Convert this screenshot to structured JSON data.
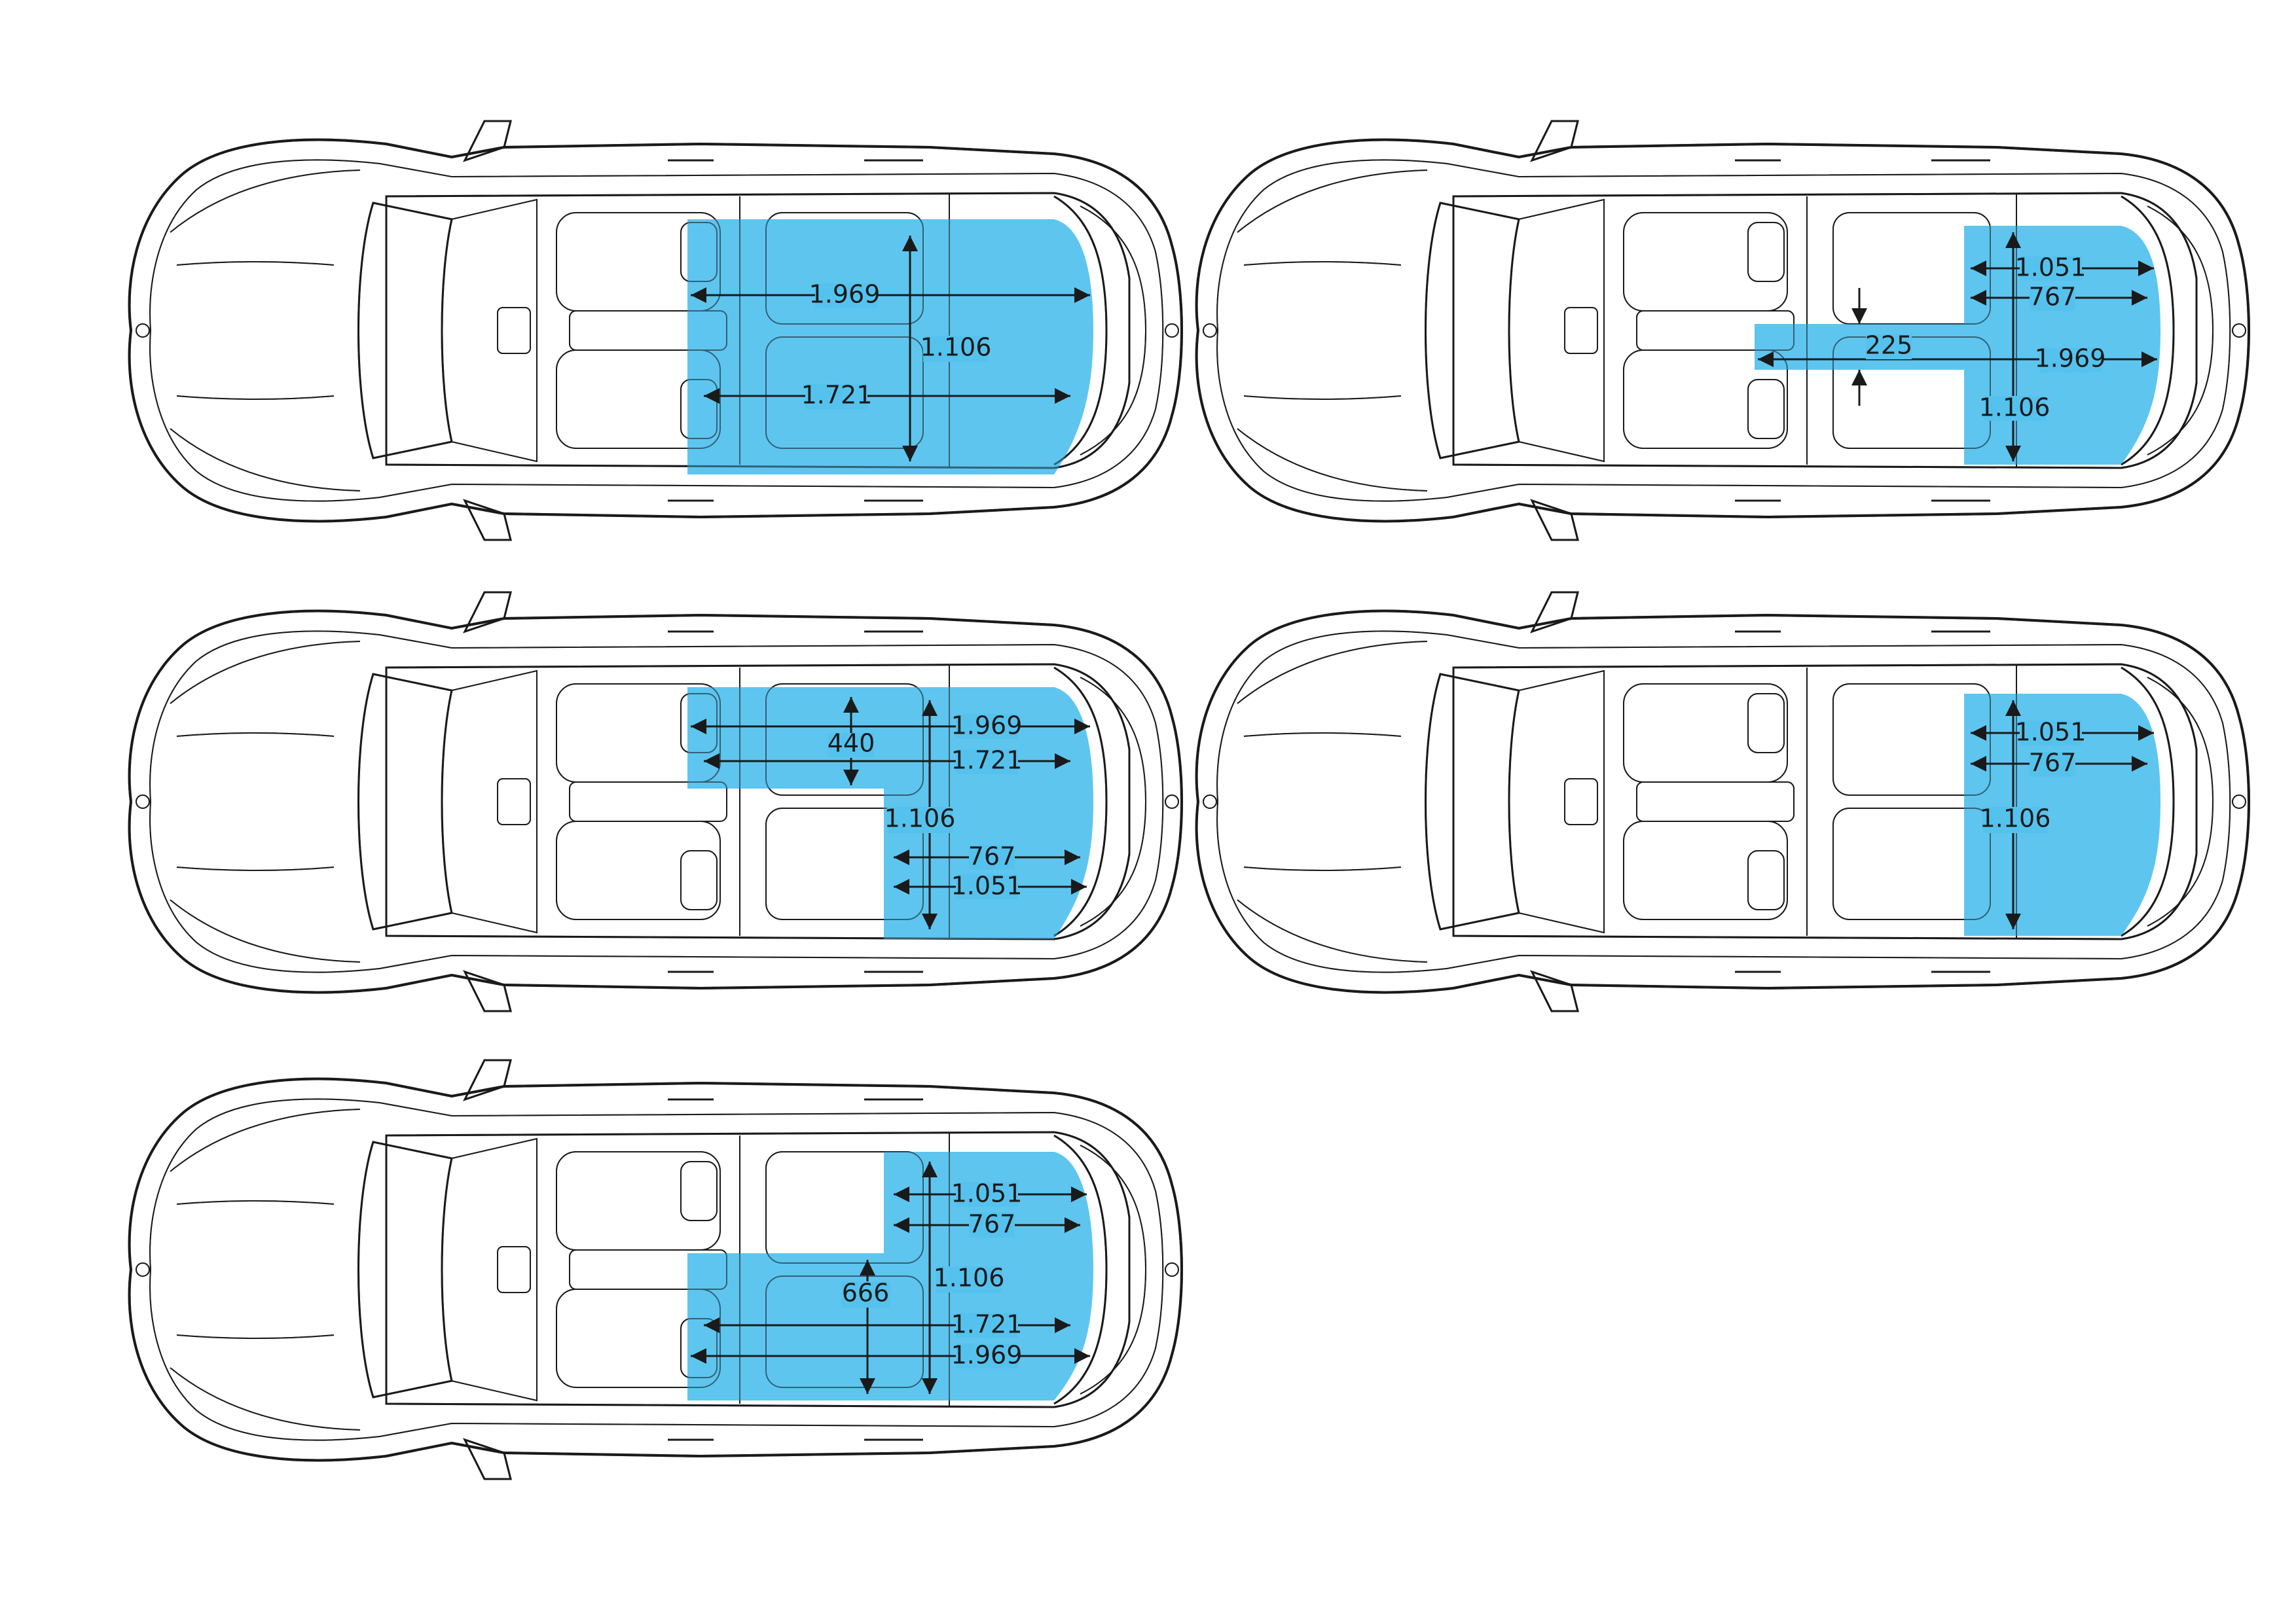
{
  "diagrams": [
    {
      "id": "top-left",
      "labels": [
        {
          "key": "length_full",
          "text": "1.969"
        },
        {
          "key": "width",
          "text": "1.106"
        },
        {
          "key": "length_floor",
          "text": "1.721"
        }
      ]
    },
    {
      "id": "top-right",
      "labels": [
        {
          "key": "length_1051",
          "text": "1.051"
        },
        {
          "key": "length_767",
          "text": "767"
        },
        {
          "key": "length_225",
          "text": "225"
        },
        {
          "key": "length_full",
          "text": "1.969"
        },
        {
          "key": "width",
          "text": "1.106"
        }
      ]
    },
    {
      "id": "middle-left",
      "labels": [
        {
          "key": "length_full",
          "text": "1.969"
        },
        {
          "key": "length_440",
          "text": "440"
        },
        {
          "key": "length_floor",
          "text": "1.721"
        },
        {
          "key": "width",
          "text": "1.106"
        },
        {
          "key": "length_767",
          "text": "767"
        },
        {
          "key": "length_1051",
          "text": "1.051"
        }
      ]
    },
    {
      "id": "middle-right",
      "labels": [
        {
          "key": "length_1051",
          "text": "1.051"
        },
        {
          "key": "length_767",
          "text": "767"
        },
        {
          "key": "width",
          "text": "1.106"
        }
      ]
    },
    {
      "id": "bottom-left",
      "labels": [
        {
          "key": "length_1051",
          "text": "1.051"
        },
        {
          "key": "length_767",
          "text": "767"
        },
        {
          "key": "width",
          "text": "1.106"
        },
        {
          "key": "length_666",
          "text": "666"
        },
        {
          "key": "length_floor",
          "text": "1.721"
        },
        {
          "key": "length_full",
          "text": "1.969"
        }
      ]
    }
  ],
  "colors": {
    "cargo_fill": "#55c2ee",
    "outline": "#1a1a1a",
    "background": "#ffffff"
  }
}
